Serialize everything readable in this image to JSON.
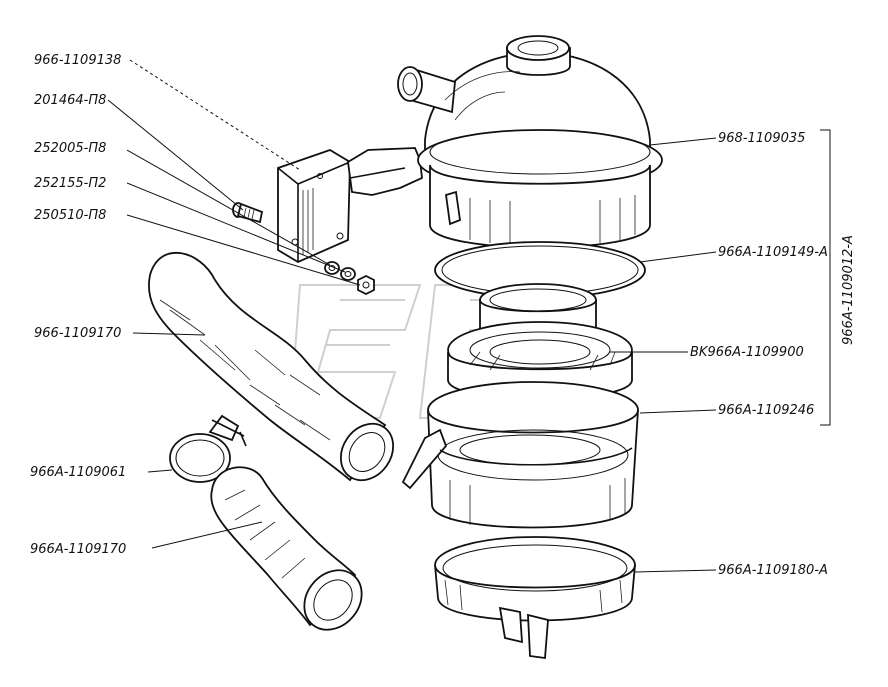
{
  "labels": {
    "l1": "966-1109138",
    "l2": "201464-П8",
    "l3": "252005-П8",
    "l4": "252155-П2",
    "l5": "250510-П8",
    "l6": "966-1109170",
    "l7": "966A-1109061",
    "l8": "966A-1109170",
    "r1": "968-1109035",
    "r2": "966A-1109149-A",
    "r3": "BK966A-1109900",
    "r4": "966A-1109246",
    "r5": "966A-1109180-A",
    "assembly": "966A-1109012-A"
  }
}
